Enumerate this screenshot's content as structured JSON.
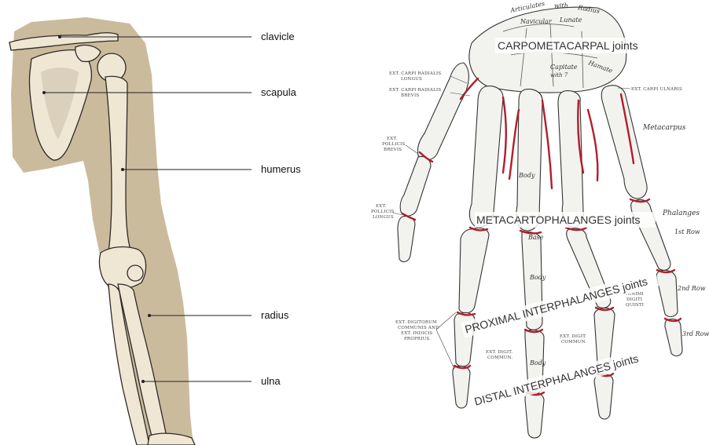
{
  "arm_diagram": {
    "labels": [
      {
        "key": "clavicle",
        "text": "clavicle"
      },
      {
        "key": "scapula",
        "text": "scapula"
      },
      {
        "key": "humerus",
        "text": "humerus"
      },
      {
        "key": "radius",
        "text": "radius"
      },
      {
        "key": "ulna",
        "text": "ulna"
      }
    ],
    "colors": {
      "silhouette": "#cbbb9d",
      "bone": "#efe6d4",
      "outline": "#2e2a25"
    }
  },
  "hand_diagram": {
    "joint_labels": {
      "carpometacarpal": "CARPOMETACARPAL joints",
      "metacartophalanges": "METACARTOPHALANGES joints",
      "proximal_interphalanges": "PROXIMAL INTERPHALANGES joints",
      "distal_interphalanges": "DISTAL INTERPHALANGES joints"
    },
    "top_text": {
      "articulates": "Articulates",
      "with": "with",
      "radius": "Radius",
      "navicular": "Navicular",
      "lunate": "Lunate",
      "capitate": "Capitate",
      "with_capitate": "with 7",
      "hamate": "Hamate"
    },
    "side_labels": {
      "ext_carpi_radialis_longus": [
        "EXT. CARPI RADIALIS",
        "LONGUS"
      ],
      "ext_carpi_radialis_brevis": [
        "EXT. CARPI RADIALIS",
        "BREVIS"
      ],
      "ext_pollicis_brevis": [
        "EXT.",
        "POLLICIS",
        "BREVIS"
      ],
      "ext_pollicis_longus": [
        "EXT.",
        "POLLICIS",
        "LONGUS"
      ],
      "ext_carpi_ulnaris": "EXT. CARPI ULNARIS",
      "metacarpus": "Metacarpus",
      "phalanges": "Phalanges",
      "row1": "1st Row",
      "row2": "2nd Row",
      "row3": "3rd Row",
      "ext_digitorum": [
        "EXT. DIGITORUM",
        "COMMUNIS AND",
        "EXT. INDICIS",
        "PROPRIUS."
      ],
      "ext_digiti_communis_a": [
        "EXT. DIGIT.",
        "COMMUN."
      ],
      "ext_digiti_communis_b": [
        "EXT. DIGIT.",
        "COMMUN."
      ],
      "ext_minimi_digiti": [
        "MINIMI",
        "DIGITI",
        "QUINTI"
      ],
      "base": "Base",
      "body": "Body",
      "body2": "Body",
      "body3": "Body"
    },
    "colors": {
      "joint": "#b01e2c",
      "bone": "#f2f2ee",
      "outline": "#333333"
    }
  }
}
